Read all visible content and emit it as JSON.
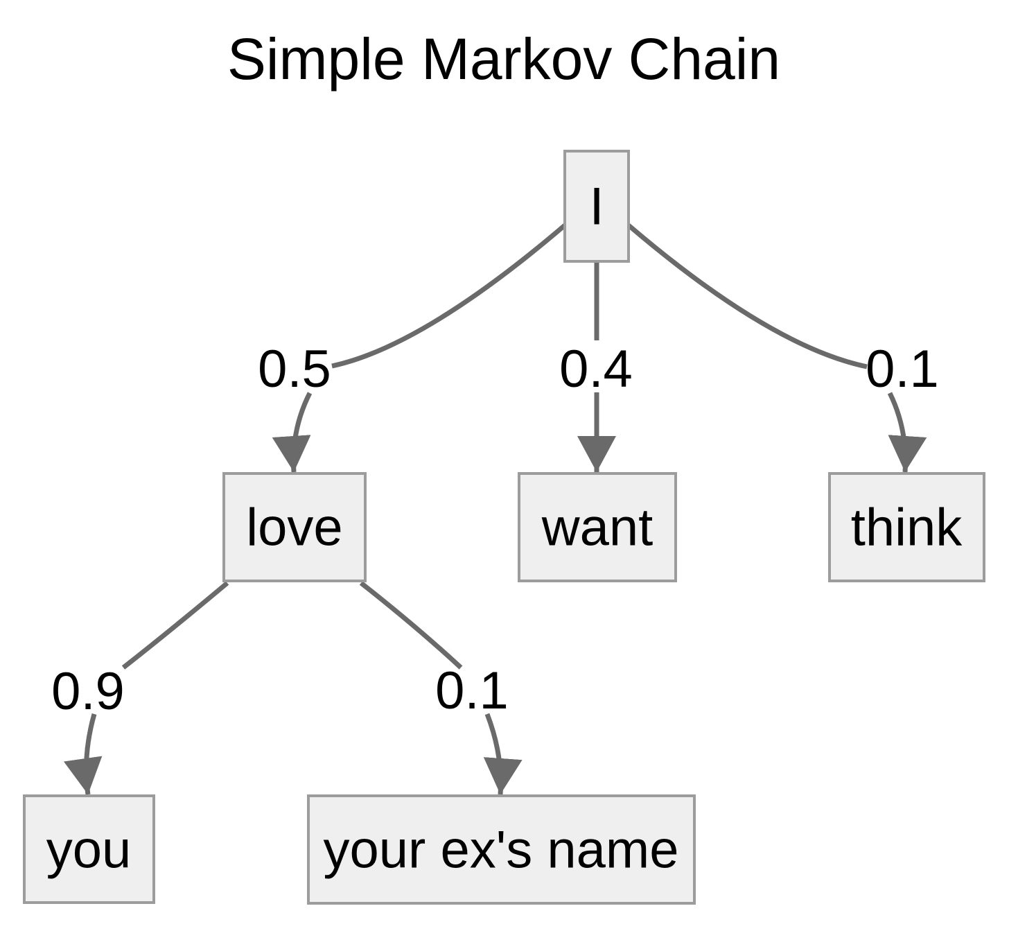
{
  "title": "Simple Markov Chain",
  "nodes": [
    {
      "id": "I",
      "label": "I"
    },
    {
      "id": "love",
      "label": "love"
    },
    {
      "id": "want",
      "label": "want"
    },
    {
      "id": "think",
      "label": "think"
    },
    {
      "id": "you",
      "label": "you"
    },
    {
      "id": "your-exs-name",
      "label": "your ex's name"
    }
  ],
  "edges": [
    {
      "from": "I",
      "to": "love",
      "probability": "0.5"
    },
    {
      "from": "I",
      "to": "want",
      "probability": "0.4"
    },
    {
      "from": "I",
      "to": "think",
      "probability": "0.1"
    },
    {
      "from": "love",
      "to": "you",
      "probability": "0.9"
    },
    {
      "from": "love",
      "to": "your-exs-name",
      "probability": "0.1"
    }
  ],
  "colors": {
    "background": "#ffffff",
    "node_fill": "#efefef",
    "node_border": "#9c9c9c",
    "edge": "#6a6a6a",
    "text": "#000000"
  }
}
